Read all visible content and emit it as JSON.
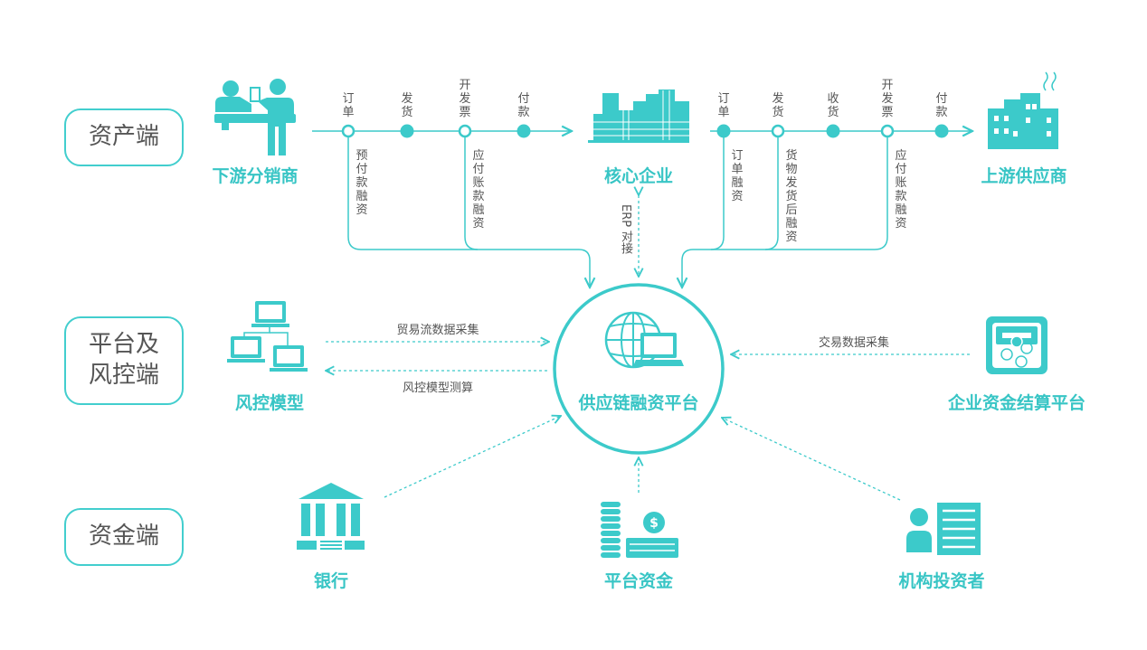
{
  "tiers": {
    "assets": "资产端",
    "platform_line1": "平台及",
    "platform_line2": "风控端",
    "funding": "资金端"
  },
  "nodes": {
    "downstream": "下游分销商",
    "core": "核心企业",
    "upstream": "上游供应商",
    "risk_model": "风控模型",
    "platform": "供应链融资平台",
    "settlement": "企业资金结算平台",
    "bank": "银行",
    "platform_funds": "平台资金",
    "investors": "机构投资者"
  },
  "left_flow": {
    "steps": [
      "订单",
      "发货",
      "开发票",
      "付款"
    ],
    "financing": [
      "预付款融资",
      "应付账款融资"
    ]
  },
  "right_flow": {
    "steps": [
      "订单",
      "发货",
      "收货",
      "开发票",
      "付款"
    ],
    "financing": [
      "订单融资",
      "货物发货后融资",
      "应付账款融资"
    ]
  },
  "connections": {
    "erp": "ERP 对接",
    "trade_flow_collect": "贸易流数据采集",
    "risk_model_test": "风控模型测算",
    "transaction_collect": "交易数据采集"
  },
  "colors": {
    "accent": "#3ccaca",
    "text": "#555555",
    "border": "#42cece"
  }
}
